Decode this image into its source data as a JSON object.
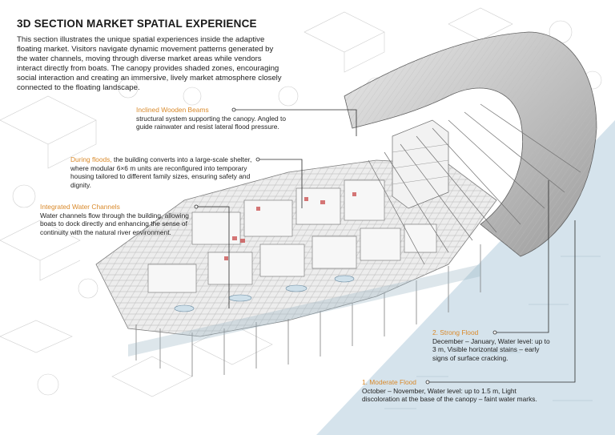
{
  "title": "3D SECTION MARKET SPATIAL EXPERIENCE",
  "intro": "This section illustrates the unique spatial experiences inside the adaptive floating market. Visitors navigate dynamic movement patterns generated by the water channels, moving through diverse market areas while vendors interact directly from boats. The canopy provides shaded zones, encouraging social interaction and creating an immersive, lively market atmosphere closely connected to the floating landscape.",
  "annotations": [
    {
      "id": "beams",
      "heading": "Inclined Wooden Beams",
      "text": "structural system supporting the canopy. Angled to guide rainwater and resist lateral flood pressure."
    },
    {
      "id": "floods",
      "heading": "During floods,",
      "text": "the building converts into a large-scale shelter, where modular 6×6 m units are reconfigured into temporary housing tailored to different family sizes, ensuring safety and dignity."
    },
    {
      "id": "channels",
      "heading": "Integrated Water Channels",
      "text": "Water channels flow through the building, allowing boats to dock directly and enhancing the sense of continuity with the natural river environment."
    },
    {
      "id": "strong",
      "heading": "2. Strong Flood",
      "text": "December – January, Water level: up to 3 m, Visible horizontal stains – early signs of surface cracking."
    },
    {
      "id": "moderate",
      "heading": "1. Moderate Flood",
      "text": "October – November, Water level: up to 1.5 m, Light discoloration at the base of the canopy – faint water marks."
    }
  ],
  "colors": {
    "accent": "#d9892a",
    "water": "#d5e3ec",
    "text": "#1f1f1f",
    "leader": "#2b2b2b"
  }
}
